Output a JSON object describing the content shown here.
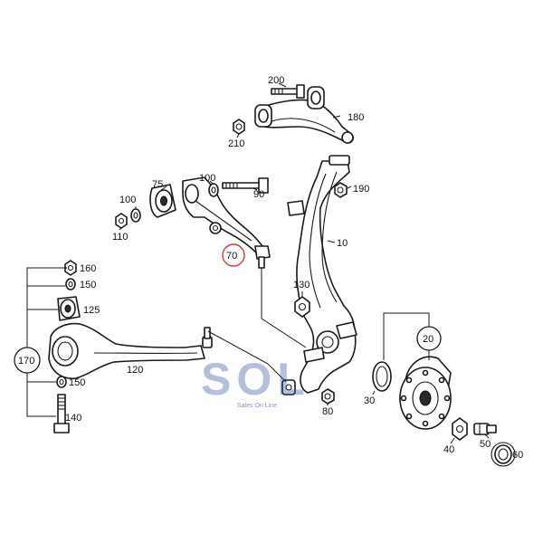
{
  "diagram": {
    "labels": {
      "p10": "10",
      "p20": "20",
      "p30": "30",
      "p40": "40",
      "p50": "50",
      "p60": "60",
      "p70": "70",
      "p75": "75",
      "p80": "80",
      "p90": "90",
      "p100a": "100",
      "p100b": "100",
      "p110": "110",
      "p120": "120",
      "p125": "125",
      "p130": "130",
      "p140": "140",
      "p150a": "150",
      "p150b": "150",
      "p160": "160",
      "p170": "170",
      "p180": "180",
      "p190": "190",
      "p200": "200",
      "p210": "210"
    },
    "watermark": {
      "logo": "SOL",
      "tagline": "Sales On Line"
    },
    "colors": {
      "line": "#1a1a1a",
      "highlight_circle": "#d23a3a",
      "watermark": "#2c4a95"
    }
  }
}
